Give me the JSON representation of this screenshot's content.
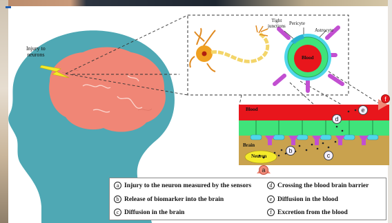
{
  "labels": {
    "injury": [
      "Injury to",
      "neurons"
    ],
    "tight_junctions": [
      "Tight",
      "junctions"
    ],
    "pericyte": "Pericyte",
    "astrocyte": "Astrocyte",
    "blood_center": "Blood",
    "blood_band": "Blood",
    "brain_band": "Brain",
    "neuron_cell": "Neuron"
  },
  "markers": {
    "a": "a",
    "b": "b",
    "c": "c",
    "d": "d",
    "e": "e",
    "f": "f"
  },
  "legend": [
    {
      "key": "a",
      "text": "Injury to the neuron measured by the sensors"
    },
    {
      "key": "d",
      "text": "Crossing the blood brain barrier"
    },
    {
      "key": "b",
      "text": "Release of biomarker into the brain"
    },
    {
      "key": "e",
      "text": "Diffusion in the blood"
    },
    {
      "key": "c",
      "text": "Diffusion in the brain"
    },
    {
      "key": "f",
      "text": "Excretion from the blood"
    }
  ],
  "colors": {
    "head": "#4fa8b4",
    "brain": "#f08676",
    "blood": "#e8161c",
    "endothelium": "#3fe37a",
    "astrocyte": "#c24fd1",
    "tissue": "#c9a24e",
    "neuron_body": "#f4ea2a",
    "marker_ring": "#f06a52"
  }
}
